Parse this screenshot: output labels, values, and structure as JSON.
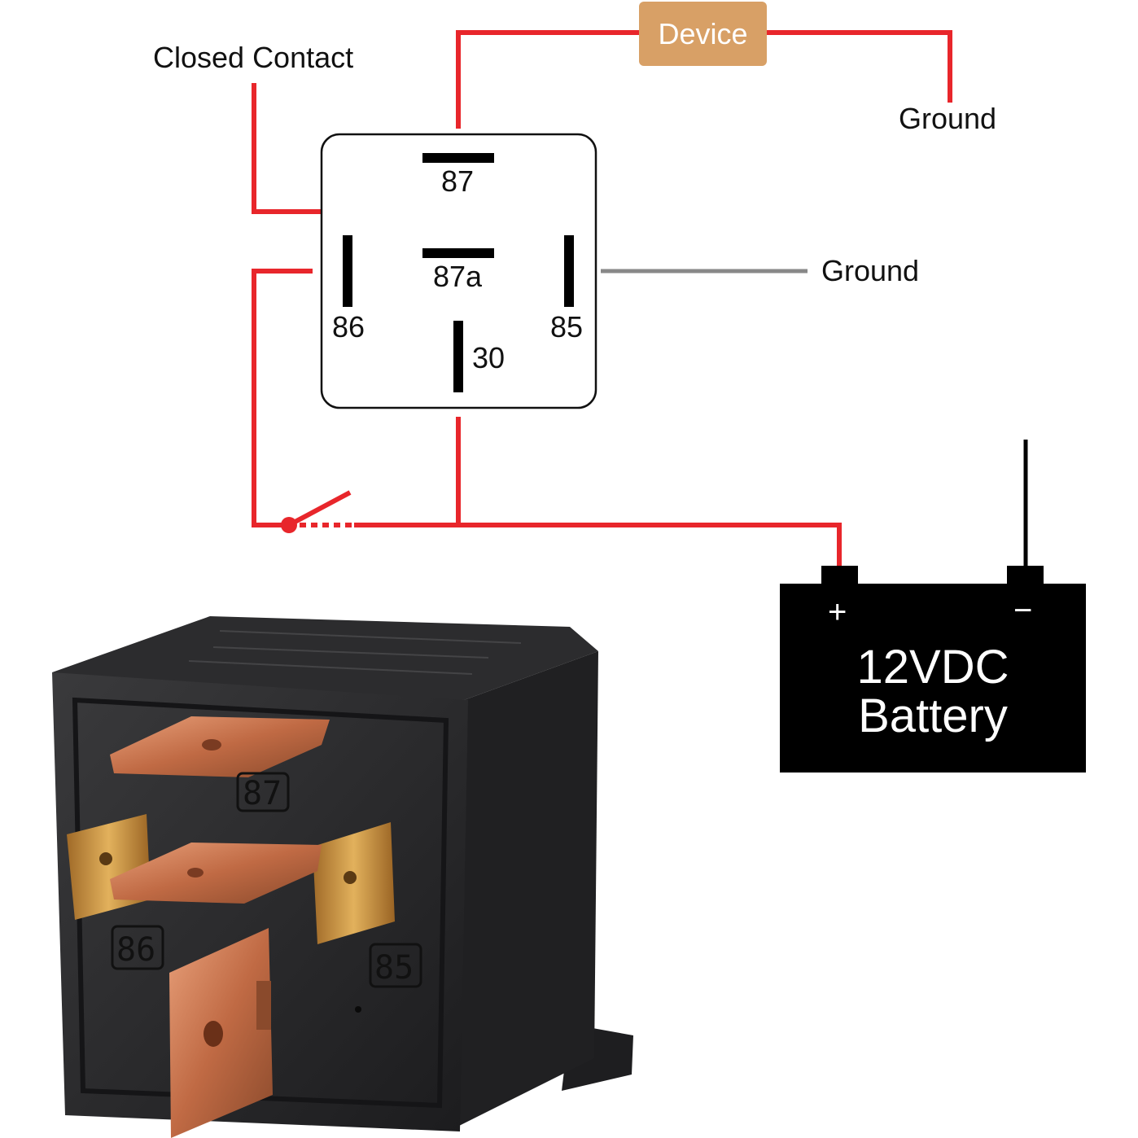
{
  "labels": {
    "closed_contact": "Closed Contact",
    "device": "Device",
    "ground_top": "Ground",
    "ground_right": "Ground"
  },
  "relay_pins": {
    "p87": "87",
    "p87a": "87a",
    "p86": "86",
    "p85": "85",
    "p30": "30"
  },
  "battery": {
    "line1": "12VDC",
    "line2": "Battery",
    "plus": "+",
    "minus": "−"
  },
  "photo_pin_labels": {
    "p87": "87",
    "p86": "86",
    "p85": "85"
  },
  "colors": {
    "wire_red": "#e8262b",
    "wire_gray": "#888888",
    "device_fill": "#d8a066",
    "battery_fill": "#000000",
    "relay_body": "#2a2a2c",
    "copper": "#c9764e",
    "brass": "#c99440"
  }
}
